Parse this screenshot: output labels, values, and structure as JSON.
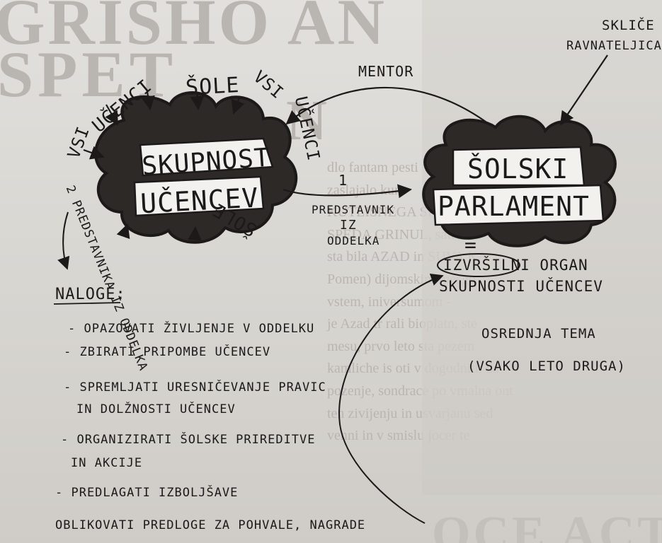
{
  "background": {
    "heading_fragments": [
      "GRISHO AN",
      "SPET",
      "N"
    ],
    "bottom_fragment": "OCE ACTUDC",
    "paragraph_lines": [
      "dlo fantam pesti",
      "zaslajalo kunt",
      "KUTLISNEGA SKO",
      "SPEDA GRINUL, satte",
      "sta bila AZAD in SUVA KA",
      "Pomen) dijomskim mesgo",
      "vstem, iniversumom -",
      "je Azad tr rali bioplatn, ste",
      "mesu, prvo leto sta pezem",
      "kamliche is oti v dogodnith da",
      "pozenje, sondrace po vmalna ont",
      "ten zivijenju in usvarjanu sed",
      "venni in v smislu jocer te"
    ],
    "colors": {
      "paper": "#e2e0dc",
      "ghost_text": "#b9b6b1"
    }
  },
  "diagram": {
    "ink_color": "#1c1a18",
    "cloud_fill": "#2c2926",
    "node_left": {
      "line1": "SKUPNOST",
      "line2": "UČENCEV"
    },
    "node_right": {
      "line1": "ŠOLSKI",
      "line2": "PARLAMENT"
    },
    "inputs": [
      "VSI",
      "UČENCI",
      "ŠOLE",
      "VSI",
      "UČENCI",
      "ŠOLE"
    ],
    "left_arrow_label": "2 PREDSTAVNIKA IZ ODDELKA",
    "mentor_label": "MENTOR",
    "sklice_label": [
      "SKLIČE",
      "RAVNATELJICA"
    ],
    "number_one": "1",
    "predstavnik_label": [
      "PREDSTAVNIK",
      "IZ",
      "ODDELKA"
    ],
    "equals": "=",
    "organ_label": [
      "IZVRŠILNI ORGAN",
      "SKUPNOSTI UČENCEV"
    ],
    "tema_label": [
      "OSREDNJA TEMA",
      "(VSAKO LETO DRUGA)"
    ],
    "naloge_title": "NALOGE:",
    "tasks": [
      "- OPAZOVATI ŽIVLJENJE V ODDELKU",
      "- ZBIRATI PRIPOMBE UČENCEV",
      "- SPREMLJATI URESNIČEVANJE PRAVIC",
      "IN DOLŽNOSTI UČENCEV",
      "- ORGANIZIRATI ŠOLSKE PRIREDITVE",
      "IN AKCIJE",
      "- PREDLAGATI IZBOLJŠAVE",
      "OBLIKOVATI PREDLOGE ZA POHVALE, NAGRADE"
    ]
  }
}
